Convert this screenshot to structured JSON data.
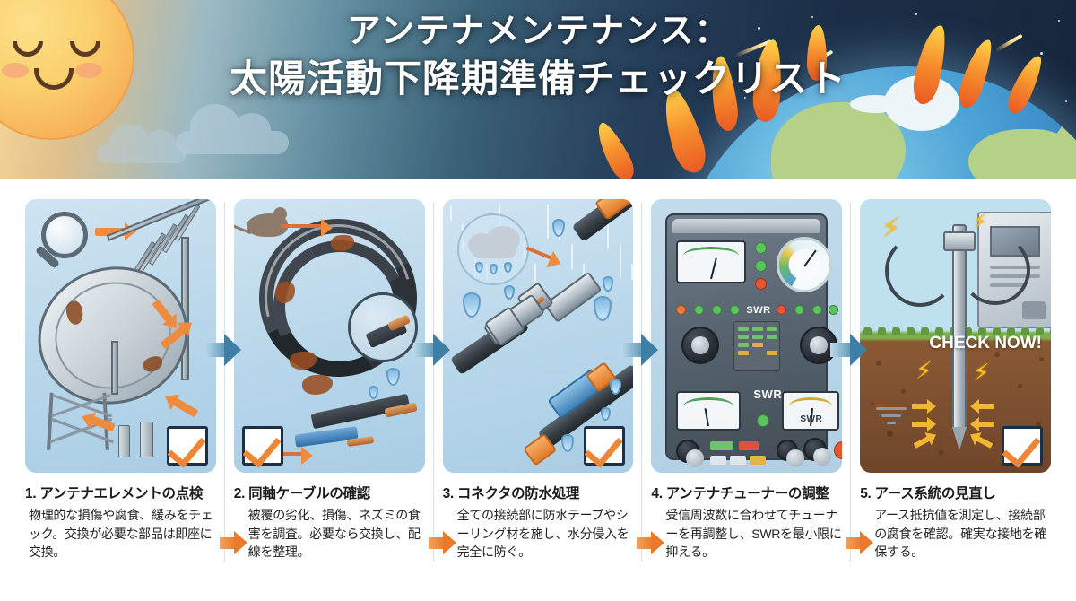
{
  "header": {
    "title_line1": "アンテナメンテナンス：",
    "title_line2": "太陽活動下降期準備チェックリスト",
    "sun_icon": "smiling-sun-icon",
    "earth_icon": "earth-globe-icon",
    "flare_icon": "solar-flare-icon",
    "colors": {
      "sky_light": "#f8d79a",
      "sky_dark": "#17263c",
      "sun": "#f6b057",
      "earth_ocean": "#2f7fc0",
      "earth_land": "#b4d089",
      "flare": "#ea5a23"
    }
  },
  "steps": [
    {
      "number": "1.",
      "title": "1. アンテナエレメントの点検",
      "body": "物理的な損傷や腐食、緩みをチェック。交換が必要な部品は即座に交換。",
      "panel_name": "satellite-dish-inspection-illustration",
      "check_label": "checked"
    },
    {
      "number": "2.",
      "title": "2. 同軸ケーブルの確認",
      "body": "被覆の劣化、損傷、ネズミの食害を調査。必要なら交換し、配線を整理。",
      "panel_name": "coaxial-cable-inspection-illustration",
      "check_label": "checked"
    },
    {
      "number": "3.",
      "title": "3. コネクタの防水処理",
      "body": "全ての接続部に防水テープやシーリング材を施し、水分侵入を完全に防ぐ。",
      "panel_name": "connector-waterproofing-illustration",
      "check_label": "checked"
    },
    {
      "number": "4.",
      "title": "4. アンテナチューナーの調整",
      "body": "受信周波数に合わせてチューナーを再調整し、SWRを最小限に抑える。",
      "panel_name": "antenna-tuner-illustration",
      "check_label": "checked"
    },
    {
      "number": "5.",
      "title": "5. アース系統の見直し",
      "body": "アース抵抗値を測定し、接続部の腐食を確認。確実な接地を確保する。",
      "panel_name": "grounding-system-illustration",
      "check_label": "checked"
    }
  ],
  "panel_labels": {
    "swr_top": "SWR",
    "swr_mid": "SWR",
    "swr_gauge": "SWR",
    "check_now": "CHECK NOW!"
  },
  "accent_colors": {
    "orange_arrow": "#e8792d",
    "blue_arrow": "#3f7ea6",
    "checkmark": "#ef8536",
    "checkbox_border": "#1c2f47",
    "divider": "#d8dee3",
    "panel_bg": "#b7d6ea",
    "soil": "#6f452a",
    "lightning": "#f6c128"
  }
}
